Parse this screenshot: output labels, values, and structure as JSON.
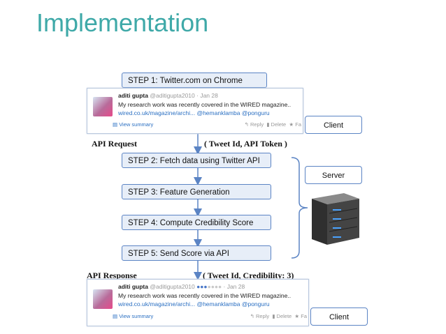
{
  "title": "Implementation",
  "steps": [
    "STEP 1: Twitter.com on Chrome",
    "STEP 2: Fetch data using Twitter API",
    "STEP 3: Feature Generation",
    "STEP 4: Compute Credibility Score",
    "STEP 5: Send Score via API"
  ],
  "tweet_top": {
    "name": "aditi gupta",
    "handle": "@aditigupta2010",
    "date": "· Jan 28",
    "text": "My research work was recently covered in the WIRED magazine..",
    "link": "wired.co.uk/magazine/archi...",
    "mentions": "@hemanklamba @ponguru",
    "view_summary": "View summary",
    "reply": "Reply",
    "delete": "Delete",
    "fav": "Fa"
  },
  "tweet_bottom": {
    "name": "aditi gupta",
    "handle": "@aditigupta2010",
    "credibility_dots_filled": 3,
    "credibility_dots_total": 7,
    "date": "· Jan 28",
    "text": "My research work was recently covered in the WIRED magazine..",
    "link": "wired.co.uk/magazine/archi...",
    "mentions": "@hemanklamba @ponguru",
    "view_summary": "View summary",
    "reply": "Reply",
    "delete": "Delete",
    "fav": "Fa"
  },
  "labels": {
    "api_request": "API Request",
    "request_params": "( Tweet Id, API Token )",
    "api_response": "API Response",
    "response_params": "( Tweet Id, Credibility: 3)"
  },
  "side_labels": {
    "client_top": "Client",
    "server": "Server",
    "client_bottom": "Client"
  },
  "colors": {
    "title": "#3fa9a8",
    "step_fill": "#e7eef8",
    "border": "#5b84c4",
    "link": "#2a6fc2"
  },
  "icons": [
    "server-rack-icon",
    "avatar-photo",
    "star-icon",
    "reply-icon",
    "trash-icon",
    "document-icon"
  ]
}
